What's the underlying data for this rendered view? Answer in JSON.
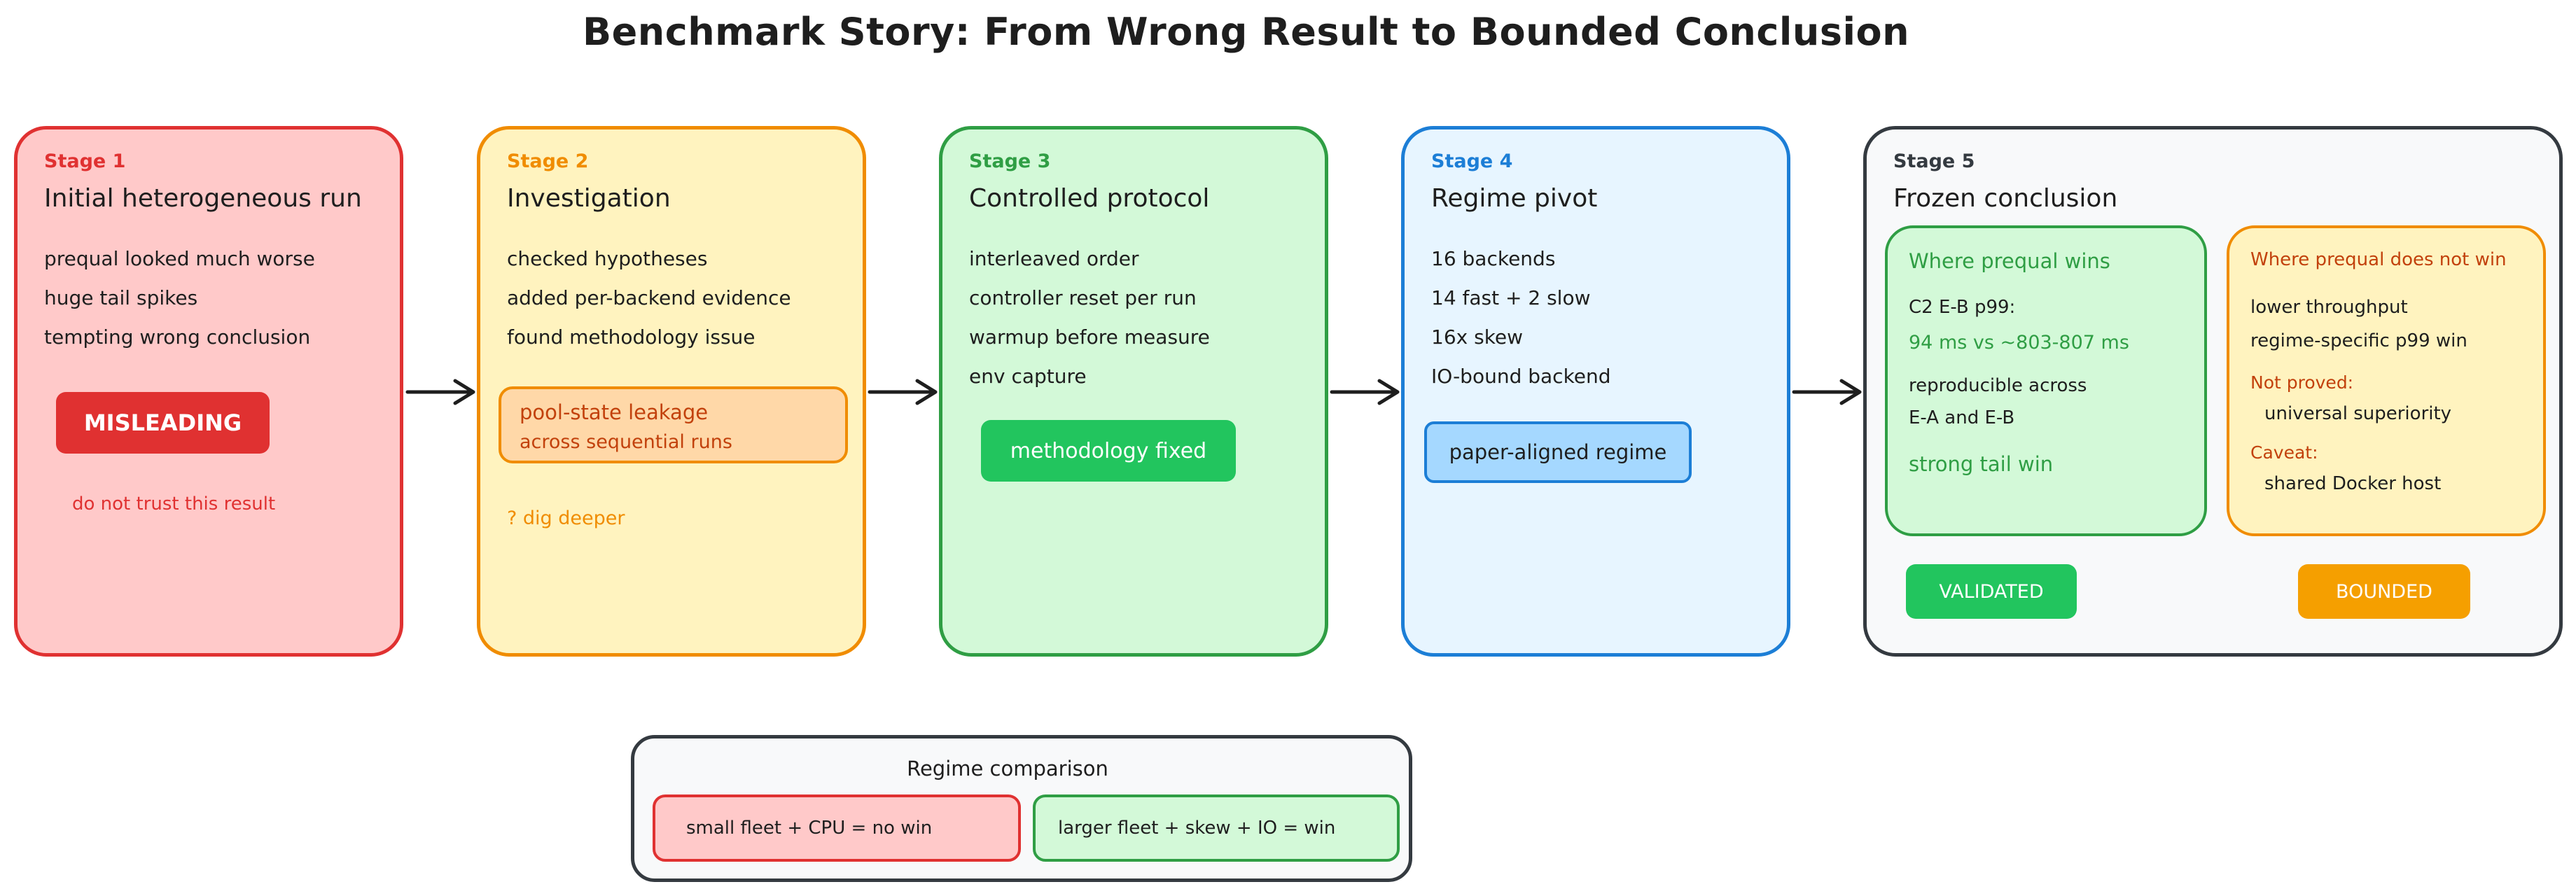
{
  "title": "Benchmark Story: From Wrong Result to Bounded Conclusion",
  "stages": [
    {
      "label": "Stage 1",
      "heading": "Initial heterogeneous run",
      "lines": [
        "prequal looked much worse",
        "huge tail spikes",
        "tempting wrong conclusion"
      ],
      "badge": "MISLEADING",
      "note": "do not trust this result"
    },
    {
      "label": "Stage 2",
      "heading": "Investigation",
      "lines": [
        "checked hypotheses",
        "added per-backend evidence",
        "found methodology issue"
      ],
      "callout_line1": "pool-state leakage",
      "callout_line2": "across sequential runs",
      "note": "? dig deeper"
    },
    {
      "label": "Stage 3",
      "heading": "Controlled protocol",
      "lines": [
        "interleaved order",
        "controller reset per run",
        "warmup before measure",
        "env capture"
      ],
      "badge": "methodology fixed"
    },
    {
      "label": "Stage 4",
      "heading": "Regime pivot",
      "lines": [
        "16 backends",
        "14 fast + 2 slow",
        "16x skew",
        "IO-bound backend"
      ],
      "badge": "paper-aligned regime"
    },
    {
      "label": "Stage 5",
      "heading": "Frozen conclusion",
      "wins": {
        "title": "Where prequal wins",
        "line1": "C2 E-B p99:",
        "line2": "94 ms vs ~803-807 ms",
        "line3": "reproducible across",
        "line4": "E-A and E-B",
        "line5": "strong tail win",
        "badge": "VALIDATED"
      },
      "not_win": {
        "title": "Where prequal does not win",
        "line1": "lower throughput",
        "line2": "regime-specific p99 win",
        "line3": "Not proved:",
        "line4": "universal superiority",
        "line5": "Caveat:",
        "line6": "shared Docker host",
        "badge": "BOUNDED"
      }
    }
  ],
  "comparison": {
    "title": "Regime comparison",
    "left": "small fleet + CPU = no win",
    "right": "larger fleet + skew + IO = win"
  },
  "colors": {
    "red": "#e03131",
    "orange": "#f08c00",
    "green": "#2f9e44",
    "blue": "#1c7ed6",
    "dark": "#343a40"
  }
}
